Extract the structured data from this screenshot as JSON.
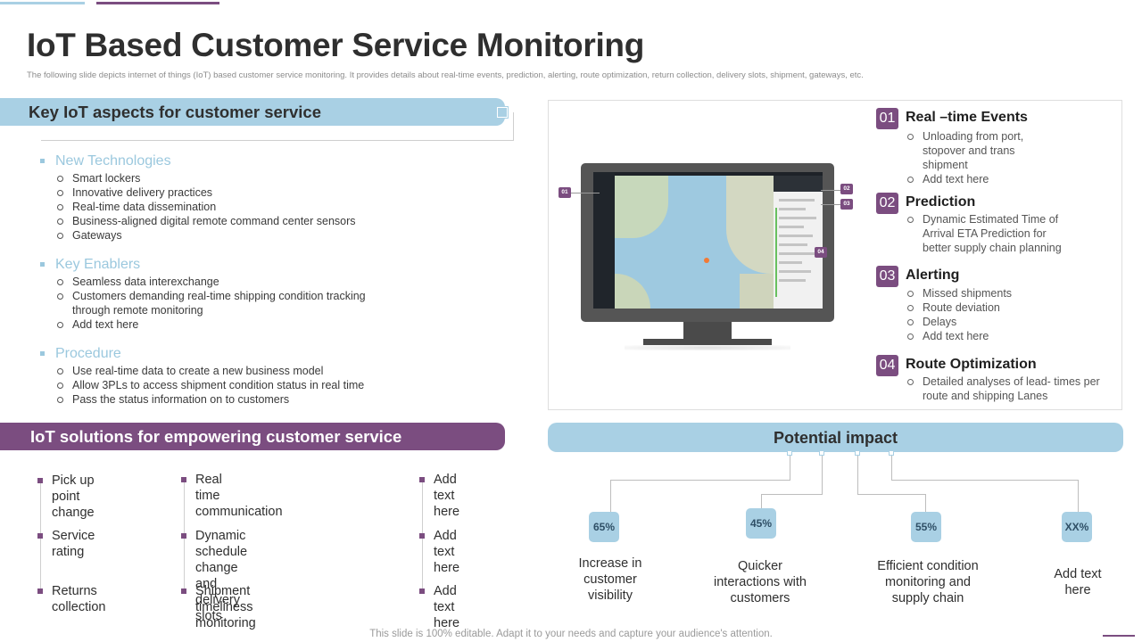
{
  "slide": {
    "title": "IoT Based Customer Service Monitoring",
    "subtitle": "The following slide depicts internet of things (IoT) based customer service monitoring. It provides details about real-time events, prediction, alerting, route optimization, return collection, delivery slots, shipment, gateways, etc.",
    "footer": "This slide is 100% editable. Adapt it to your needs and capture your audience's attention."
  },
  "key_aspects": {
    "header": "Key IoT aspects for customer service",
    "sections": [
      {
        "title": "New Technologies",
        "items": [
          "Smart lockers",
          "Innovative  delivery practices",
          "Real-time  data dissemination",
          "Business-aligned digital remote command center sensors",
          "Gateways"
        ]
      },
      {
        "title": "Key Enablers",
        "items": [
          "Seamless data interexchange",
          "Customers demanding real-time shipping condition tracking",
          "Add text here"
        ],
        "continuation": "through remote monitoring"
      },
      {
        "title": "Procedure",
        "items": [
          "Use real-time data to create a new business model",
          "Allow 3PLs  to access shipment condition status in real time",
          "Pass the status information on to customers"
        ]
      }
    ]
  },
  "solutions": {
    "header": "IoT solutions for empowering customer service",
    "col1": [
      "Pick up\npoint change",
      "Service\nrating",
      "Returns\ncollection"
    ],
    "col2": [
      "Real\ntime communication",
      "Dynamic schedule\nchange and delivery slots",
      "Shipment\ntimeliness monitoring"
    ],
    "col3": [
      "Add\ntext here",
      "Add\ntext here",
      "Add\ntext here"
    ]
  },
  "events": [
    {
      "num": "01",
      "title": "Real –time Events",
      "items": [
        "Unloading from port, stopover and trans shipment",
        "Add text here"
      ]
    },
    {
      "num": "02",
      "title": "Prediction",
      "items": [
        "Dynamic Estimated Time of Arrival ETA Prediction for better supply chain planning"
      ]
    },
    {
      "num": "03",
      "title": "Alerting",
      "items": [
        "Missed shipments",
        "Route deviation",
        "Delays",
        "Add text here"
      ]
    },
    {
      "num": "04",
      "title": "Route Optimization",
      "items": [
        "Detailed analyses of lead- times per route and shipping Lanes"
      ]
    }
  ],
  "monitor_tags": [
    "01",
    "02",
    "03",
    "04"
  ],
  "impact": {
    "header": "Potential impact",
    "items": [
      {
        "value": "65%",
        "label": "Increase in\ncustomer\nvisibility"
      },
      {
        "value": "45%",
        "label": "Quicker\ninteractions with\ncustomers"
      },
      {
        "value": "55%",
        "label": "Efficient condition\nmonitoring and\nsupply chain"
      },
      {
        "value": "XX%",
        "label": "Add text\nhere"
      }
    ]
  },
  "colors": {
    "accent_blue": "#a9d0e4",
    "accent_purple": "#7b4d80",
    "section_blue": "#9bc8de"
  },
  "icons": [
    "monitor-screen-image"
  ]
}
